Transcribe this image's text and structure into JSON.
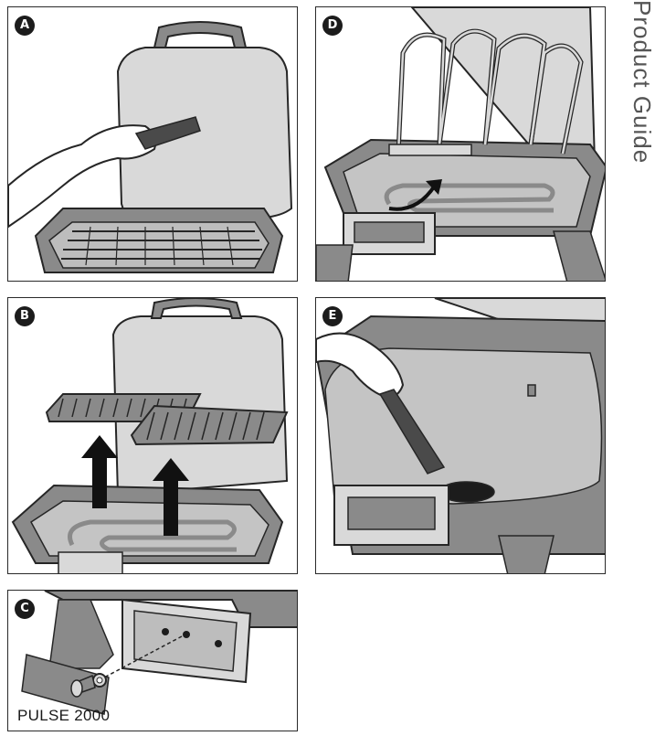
{
  "page": {
    "side_title": "Product Guide"
  },
  "panels": {
    "a": {
      "label": "A"
    },
    "b": {
      "label": "B"
    },
    "c": {
      "label": "C",
      "model": "PULSE 2000"
    },
    "d": {
      "label": "D"
    },
    "e": {
      "label": "E"
    }
  },
  "colors": {
    "lid_fill": "#d9d9d9",
    "body_dark": "#8a8a8a",
    "outline": "#262626",
    "arrow": "#111111",
    "badge": "#1c1c1c"
  }
}
